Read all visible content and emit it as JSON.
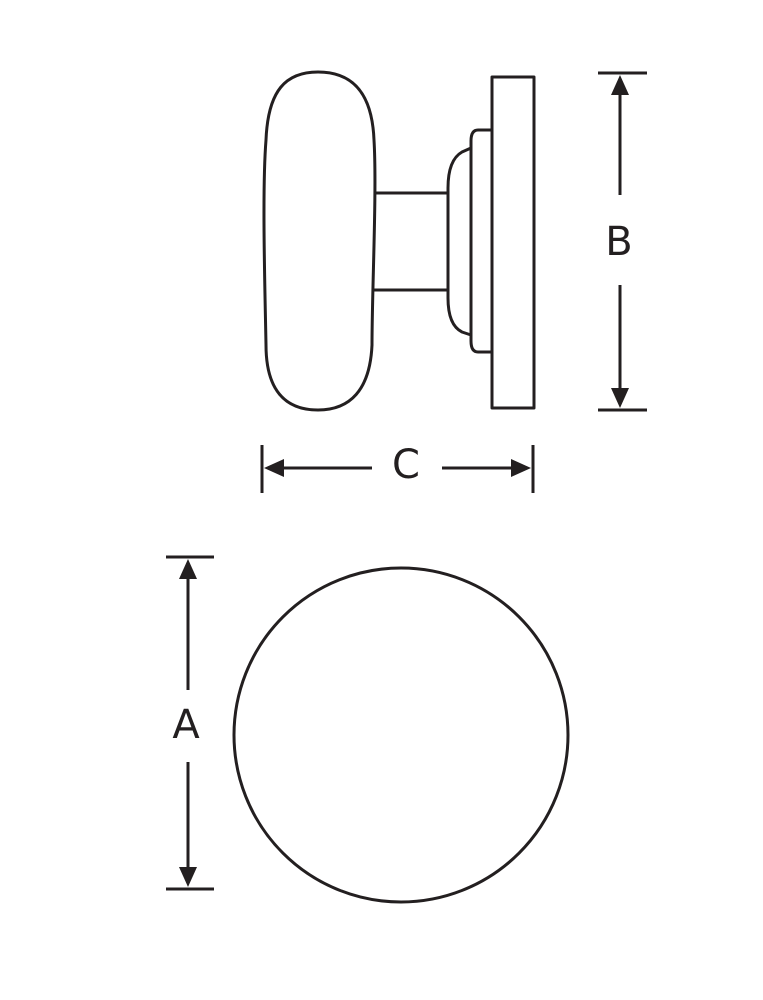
{
  "dimensions": {
    "a_label": "A",
    "b_label": "B",
    "c_label": "C"
  },
  "colors": {
    "line": "#231f20",
    "background": "#ffffff"
  }
}
